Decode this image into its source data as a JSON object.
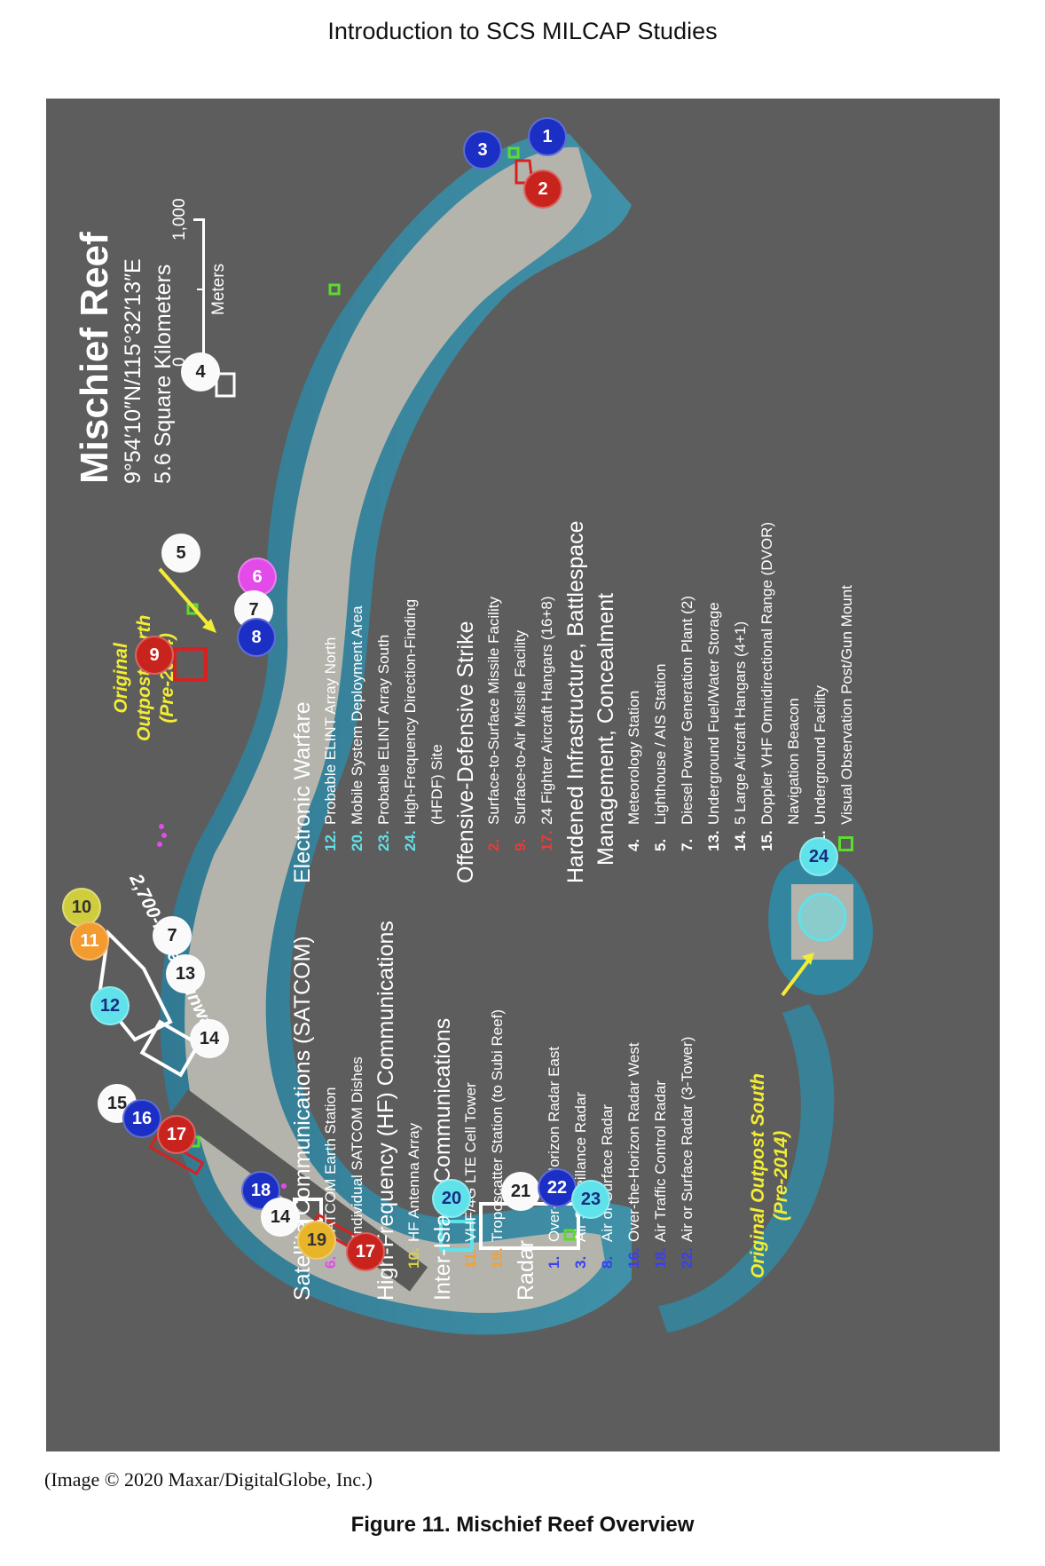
{
  "header": "Introduction to SCS MILCAP Studies",
  "map": {
    "title": "Mischief Reef",
    "coordinates": "9°54′10″N/115°32′13″E",
    "area": "5.6 Square Kilometers",
    "scale": {
      "zero": "0",
      "max": "1,000",
      "unit": "Meters"
    },
    "runway_label": "2,700-Meter Runway",
    "outpost_north": [
      "Original",
      "Outpost North",
      "(Pre-2014)"
    ],
    "outpost_south": [
      "Original Outpost South",
      "(Pre-2014)"
    ],
    "markers": [
      "1",
      "2",
      "3",
      "4",
      "5",
      "6",
      "7",
      "8",
      "9",
      "10",
      "11",
      "7",
      "13",
      "12",
      "14",
      "15",
      "16",
      "17",
      "18",
      "14",
      "19",
      "17",
      "20",
      "21",
      "22",
      "23",
      "24"
    ]
  },
  "legend": {
    "col1": [
      {
        "kind": "h",
        "text": "Satellite Communications  (SATCOM)"
      },
      {
        "kind": "it",
        "num": "6.",
        "text": "SATCOM Earth Station",
        "cls": "sat"
      },
      {
        "kind": "it",
        "num": "•",
        "text": "Individual SATCOM Dishes",
        "cls": "sat"
      },
      {
        "kind": "h",
        "text": "High-Frequency (HF) Communications"
      },
      {
        "kind": "it",
        "num": "10.",
        "text": "HF Antenna Array",
        "cls": "hf"
      },
      {
        "kind": "h",
        "text": "Inter-Island Communications"
      },
      {
        "kind": "it",
        "num": "11.",
        "text": "VHF/4G LTE Cell Tower",
        "cls": "inter"
      },
      {
        "kind": "it",
        "num": "19.",
        "text": "Troposcatter Station (to Subi Reef)",
        "cls": "inter"
      },
      {
        "kind": "h",
        "text": "Radar"
      },
      {
        "kind": "it",
        "num": "1.",
        "text": "Over-the-Horizon Radar East",
        "cls": "rad"
      },
      {
        "kind": "it",
        "num": "3.",
        "text": "Air Surveillance Radar",
        "cls": "rad"
      },
      {
        "kind": "it",
        "num": "8.",
        "text": "Air or Surface Radar",
        "cls": "rad"
      },
      {
        "kind": "it",
        "num": "16.",
        "text": "Over-the-Horizon Radar West",
        "cls": "rad"
      },
      {
        "kind": "it",
        "num": "18.",
        "text": "Air Traffic Control Radar",
        "cls": "rad"
      },
      {
        "kind": "it",
        "num": "22.",
        "text": "Air or Surface Radar (3-Tower)",
        "cls": "rad"
      }
    ],
    "col2": [
      {
        "kind": "h",
        "text": "Electronic Warfare"
      },
      {
        "kind": "it",
        "num": "12.",
        "text": "Probable ELINT Array North",
        "cls": "ew"
      },
      {
        "kind": "it",
        "num": "20.",
        "text": "Mobile System Deployment Area",
        "cls": "ew"
      },
      {
        "kind": "it",
        "num": "23.",
        "text": "Probable ELINT Array South",
        "cls": "ew"
      },
      {
        "kind": "it",
        "num": "24.",
        "text": "High-Frequency Direction-Finding",
        "cls": "ew"
      },
      {
        "kind": "it",
        "num": "",
        "text": "(HFDF) Site",
        "cls": "ew"
      },
      {
        "kind": "h",
        "text": "Offensive-Defensive Strike"
      },
      {
        "kind": "it",
        "num": "2.",
        "text": "Surface-to-Surface Missile Facility",
        "cls": "strike"
      },
      {
        "kind": "it",
        "num": "9.",
        "text": "Surface-to-Air Missile Facility",
        "cls": "strike"
      },
      {
        "kind": "it",
        "num": "17.",
        "text": "24 Fighter Aircraft Hangars (16+8)",
        "cls": "strike"
      },
      {
        "kind": "h",
        "text": "Hardened Infrastructure, Battlespace"
      },
      {
        "kind": "h2",
        "text": "Management, Concealment"
      },
      {
        "kind": "it",
        "num": "4.",
        "text": "Meteorology Station",
        "cls": ""
      },
      {
        "kind": "it",
        "num": "5.",
        "text": "Lighthouse / AIS Station",
        "cls": ""
      },
      {
        "kind": "it",
        "num": "7.",
        "text": "Diesel Power Generation Plant (2)",
        "cls": ""
      },
      {
        "kind": "it",
        "num": "13.",
        "text": "Underground Fuel/Water Storage",
        "cls": ""
      },
      {
        "kind": "it",
        "num": "14.",
        "text": "5 Large Aircraft Hangars (4+1)",
        "cls": ""
      },
      {
        "kind": "it",
        "num": "15.",
        "text": "Doppler VHF Omnidirectional Range (DVOR)",
        "cls": ""
      },
      {
        "kind": "it",
        "num": "",
        "text": "Navigation Beacon",
        "cls": ""
      },
      {
        "kind": "it",
        "num": "21.",
        "text": "Underground Facility",
        "cls": ""
      },
      {
        "kind": "it",
        "num": "sq",
        "text": "Visual Observation Post/Gun Mount",
        "cls": ""
      }
    ]
  },
  "credit": "(Image © 2020 Maxar/DigitalGlobe, Inc.)",
  "caption": "Figure 11. Mischief Reef Overview",
  "colors": {
    "background": "#5d5d5d",
    "land": "#b8b8b0",
    "reef": "#2b8aa6",
    "highlight": "#f3ec35"
  }
}
